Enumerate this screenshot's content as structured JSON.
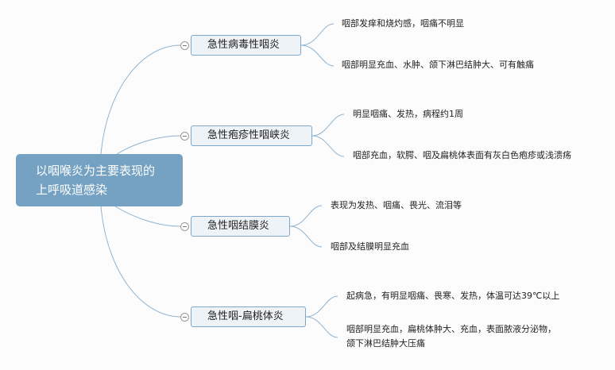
{
  "root": {
    "line1": "以咽喉炎为主要表现的",
    "line2": "上呼吸道感染"
  },
  "branches": [
    {
      "label": "急性病毒性咽炎",
      "leaves": [
        "咽部发痒和烧灼感，咽痛不明显",
        "咽部明显充血、水肿、颌下淋巴结肿大、可有触痛"
      ]
    },
    {
      "label": "急性疱疹性咽峡炎",
      "leaves": [
        "明显咽痛、发热，病程约1周",
        "咽部充血，软腭、咽及扁桃体表面有灰白色疱疹或浅溃疡"
      ]
    },
    {
      "label": "急性咽结膜炎",
      "leaves": [
        "表现为发热、咽痛、畏光、流泪等",
        "咽部及结膜明显充血"
      ]
    },
    {
      "label": "急性咽-扁桃体炎",
      "leaves": [
        "起病急，有明显咽痛、畏寒、发热，体温可达39℃以上",
        "咽部明显充血，扁桃体肿大、充血，表面脓液分泌物，",
        "颌下淋巴结肿大压痛"
      ]
    }
  ],
  "colors": {
    "root": "#75a2c2",
    "line": "#8fb3d0",
    "node_bg": "#eef3f7"
  }
}
